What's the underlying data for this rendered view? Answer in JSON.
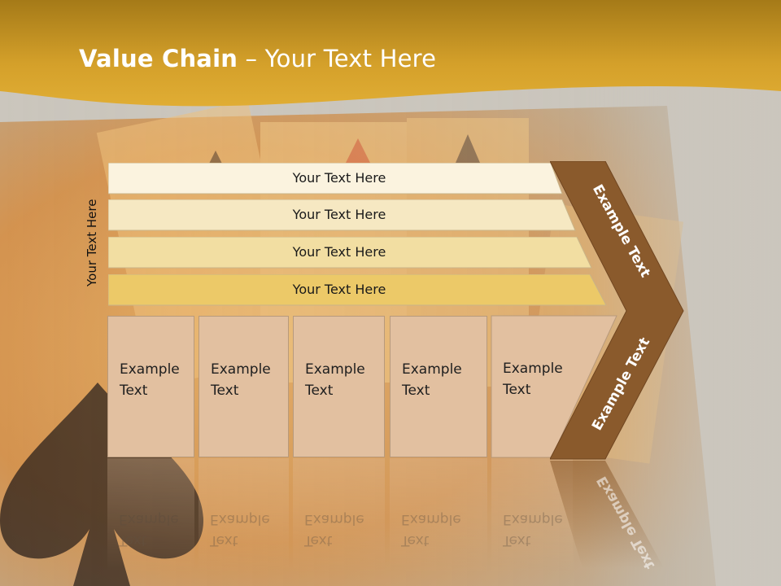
{
  "title": {
    "bold": "Value Chain",
    "rest": " – Your Text Here"
  },
  "vertical_label": "Your Text Here",
  "bars": [
    {
      "label": "Your Text Here"
    },
    {
      "label": "Your Text Here"
    },
    {
      "label": "Your Text Here"
    },
    {
      "label": "Your Text Here"
    }
  ],
  "boxes": [
    {
      "line1": "Example",
      "line2": "Text"
    },
    {
      "line1": "Example",
      "line2": "Text"
    },
    {
      "line1": "Example",
      "line2": "Text"
    },
    {
      "line1": "Example",
      "line2": "Text"
    },
    {
      "line1": "Example",
      "line2": "Text"
    }
  ],
  "chevron": {
    "upper": "Example Text",
    "lower": "Example Text"
  },
  "colors": {
    "header_gold": "#d9a12a",
    "chevron_brown": "#8a5a2c",
    "box_fill": "#e2c0a0",
    "bar_fills": [
      "#fbf3df",
      "#f6e8c2",
      "#f2dea2",
      "#ecc968"
    ]
  }
}
